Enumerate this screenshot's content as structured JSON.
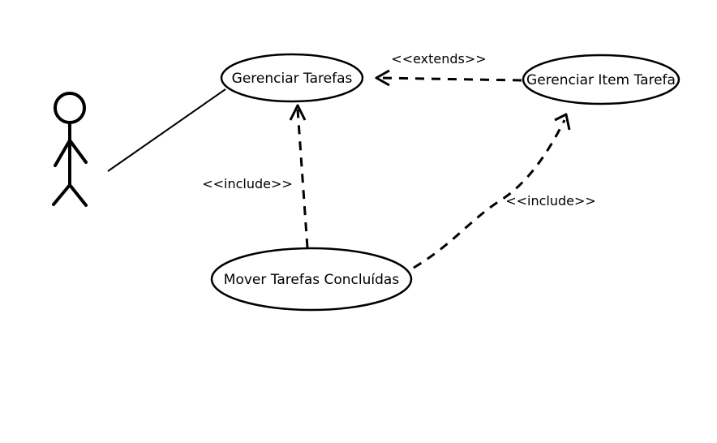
{
  "use_cases": {
    "gerenciar_tarefas": "Gerenciar Tarefas",
    "gerenciar_item_tarefa": "Gerenciar Item Tarefa",
    "mover_tarefas_concluidas": "Mover Tarefas Concluídas"
  },
  "relationships": {
    "extends_label": "<<extends>>",
    "include_left_label": "<<include>>",
    "include_right_label": "<<include>>"
  },
  "colors": {
    "stroke": "#000000",
    "background": "#ffffff"
  }
}
